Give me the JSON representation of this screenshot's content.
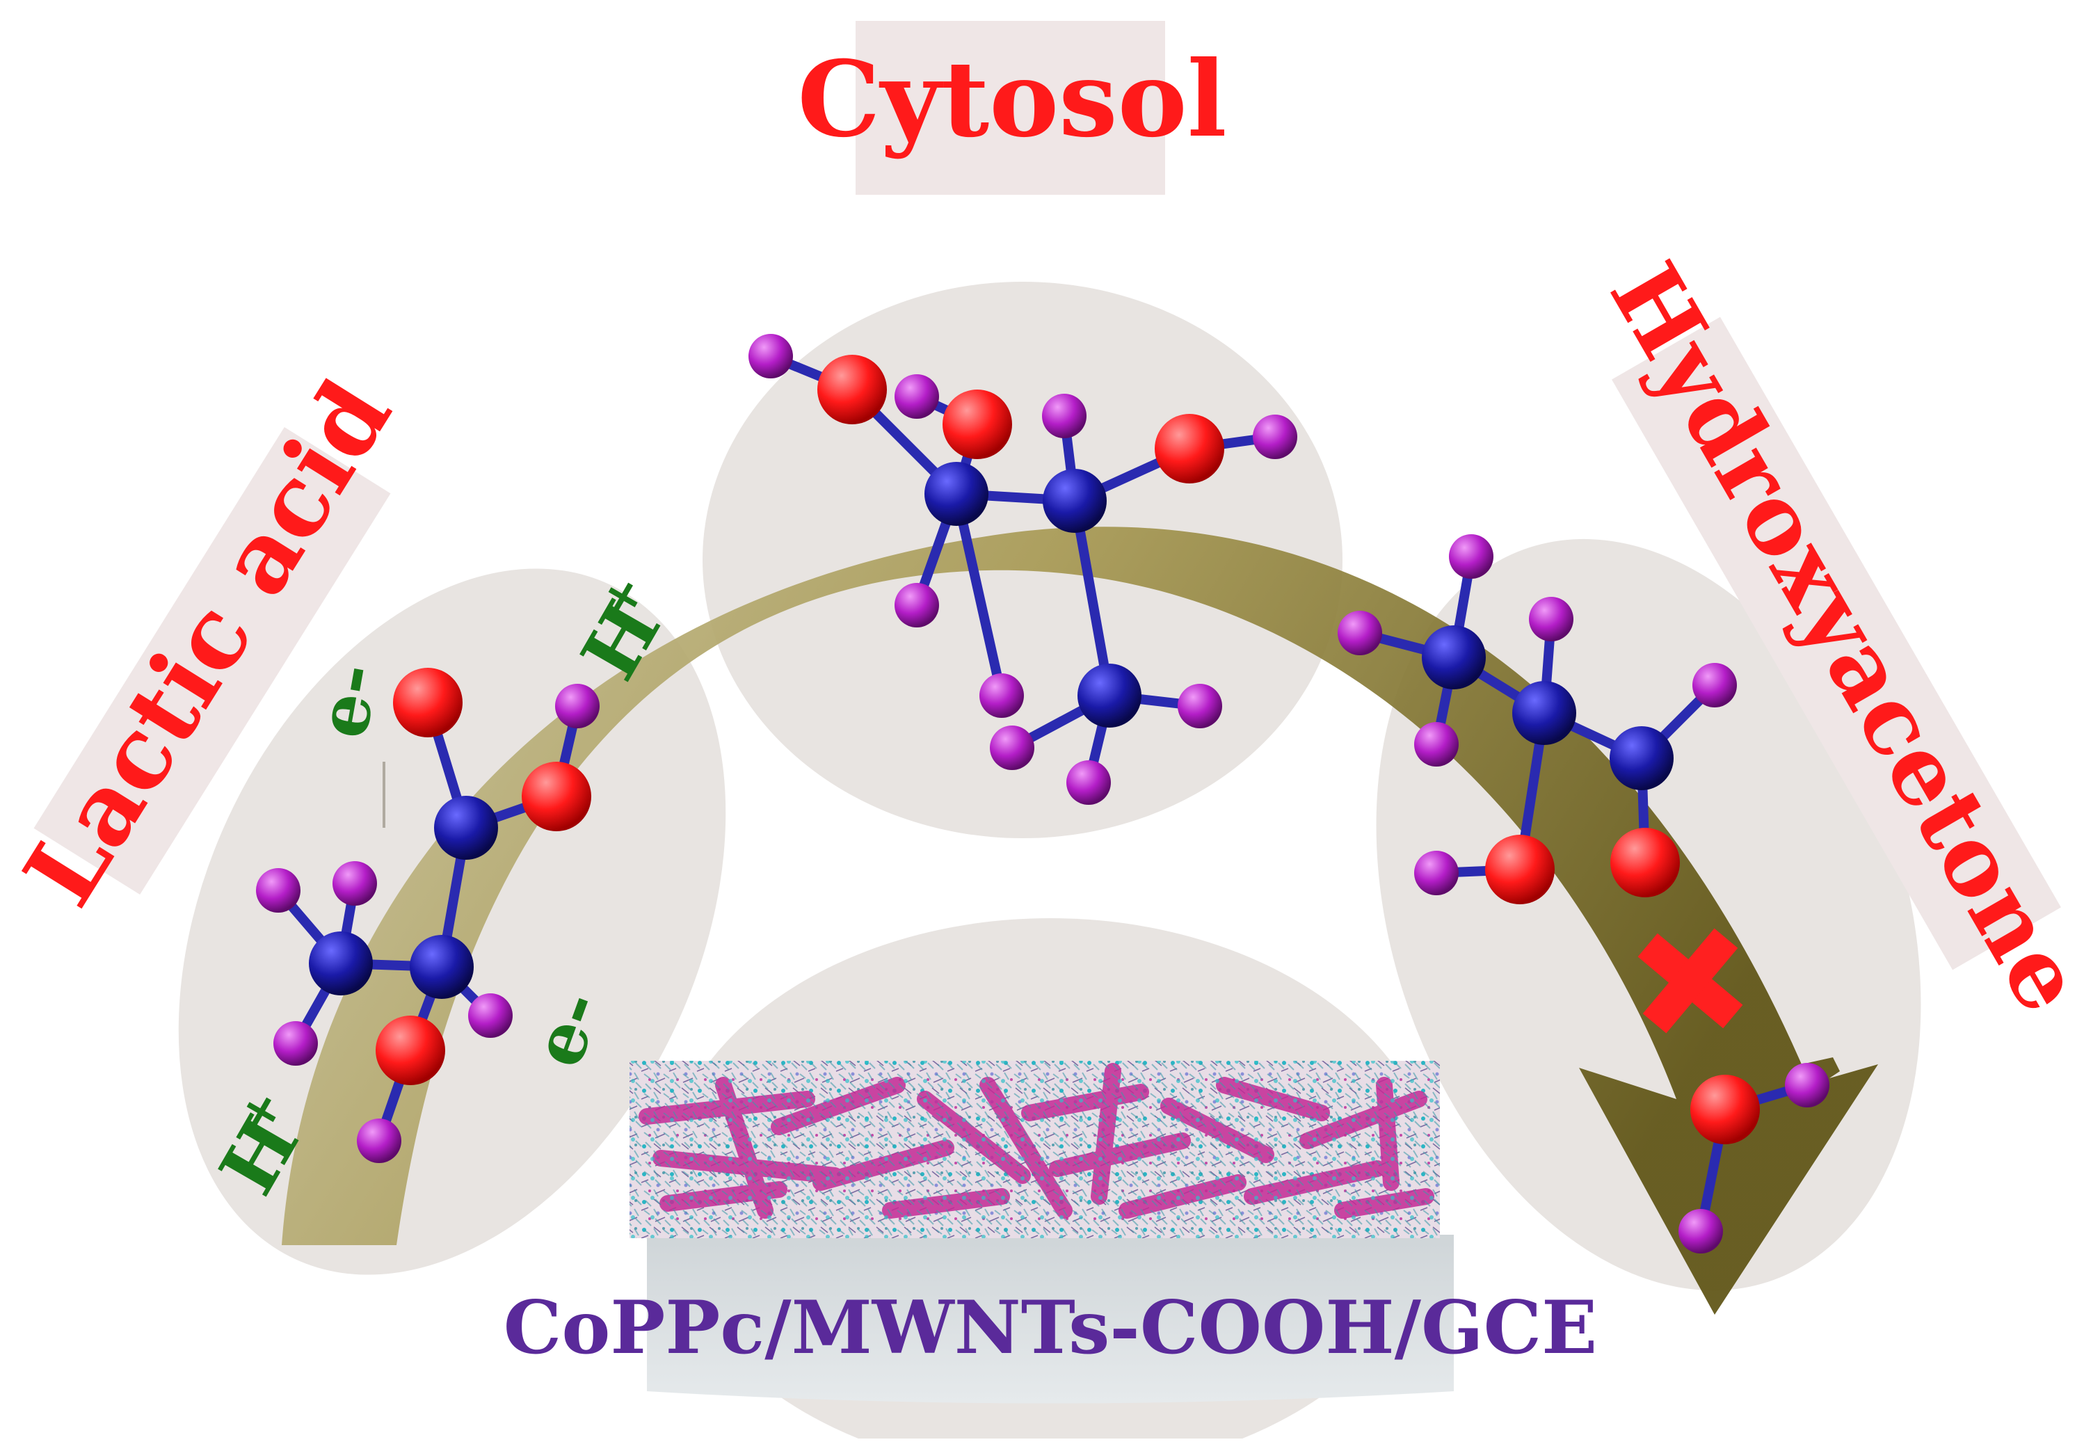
{
  "labels": {
    "lactic_acid": "Lactic acid",
    "cytosol": "Cytosol",
    "hydroxyacetone": "Hydroxyacetone",
    "electrode": "CoPPc/MWNTs-COOH/GCE"
  },
  "charges": {
    "proton_upper": "H",
    "proton_lower": "H",
    "plus": "+",
    "electron_upper": "e-",
    "electron_lower": "e-"
  },
  "colors": {
    "label_red": "#ff1a1a",
    "charge_green": "#1a7a1a",
    "electrode_text": "#5a2a9a",
    "label_box": "#efe6e6",
    "bubble": "#e9e5e2",
    "arrow_light": "#bdb58a",
    "arrow_dark": "#6b611c",
    "atom_carbon": "#1a1aa8",
    "atom_oxygen": "#ff1a1a",
    "atom_hydrogen": "#b41ec8",
    "bond": "#2a2ab0",
    "blocked_mark": "#ff2020",
    "electrode_base": "#d5dadd"
  },
  "icons": {
    "blocked": "red-cross-icon"
  }
}
